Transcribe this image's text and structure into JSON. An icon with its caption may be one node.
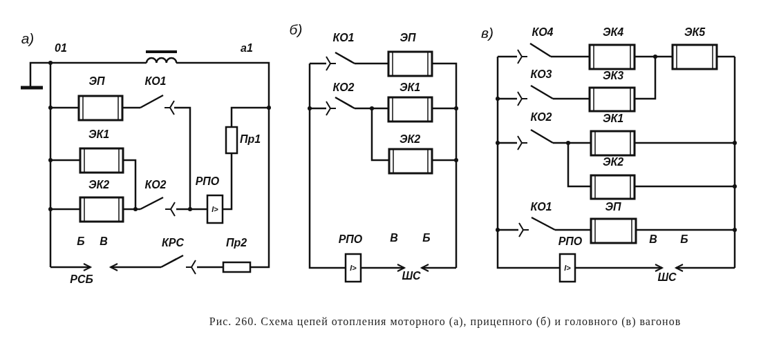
{
  "diagram": {
    "caption": "Рис. 260. Схема цепей отопления моторного (а), прицепного (б) и головного (в) вагонов",
    "labels": [
      "а)",
      "01",
      "а1",
      "ЭП",
      "КО1",
      "ЭК1",
      "Пр1",
      "ЭК2",
      "КО2",
      "РПО",
      "I>",
      "Б",
      "В",
      "КРС",
      "Пр2",
      "РСБ",
      "б)",
      "КО1",
      "ЭП",
      "КО2",
      "ЭК1",
      "ЭК2",
      "РПО",
      "I>",
      "В",
      "Б",
      "ШС",
      "в)",
      "КО4",
      "ЭК4",
      "ЭК5",
      "КО3",
      "ЭК3",
      "КО2",
      "ЭК1",
      "ЭК2",
      "КО1",
      "ЭП",
      "РПО",
      "I>",
      "В",
      "Б",
      "ШС"
    ]
  }
}
